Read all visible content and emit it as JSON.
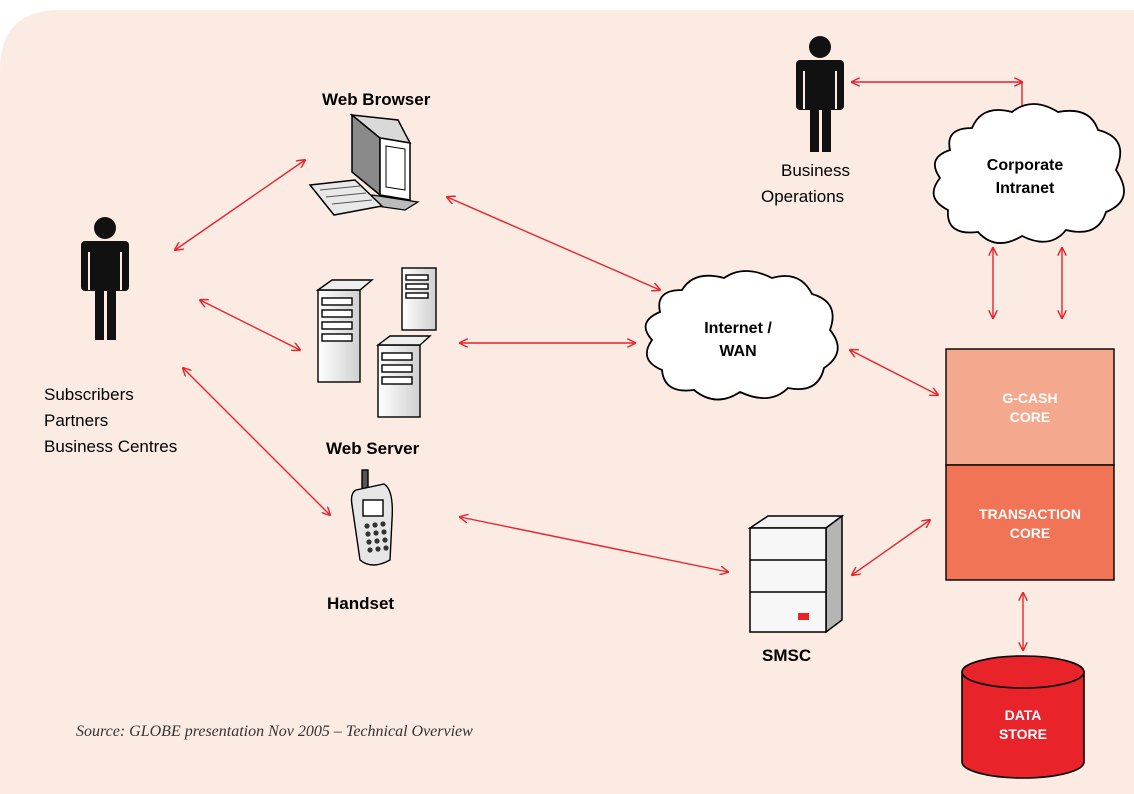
{
  "labels": {
    "web_browser": "Web Browser",
    "web_server": "Web Server",
    "handset": "Handset",
    "smsc": "SMSC",
    "business_operations_1": "Business",
    "business_operations_2": "Operations",
    "subscribers": "Subscribers",
    "partners": "Partners",
    "business_centres": "Business Centres",
    "corporate_intranet_1": "Corporate",
    "corporate_intranet_2": "Intranet",
    "internet_wan_1": "Internet /",
    "internet_wan_2": "WAN",
    "gcash_core_1": "G-CASH",
    "gcash_core_2": "CORE",
    "transaction_core_1": "TRANSACTION",
    "transaction_core_2": "CORE",
    "data_store_1": "DATA",
    "data_store_2": "STORE"
  },
  "source_note": "Source: GLOBE presentation Nov 2005 – Technical Overview",
  "colors": {
    "background_panel": "#fcebe3",
    "arrow": "#e8232a",
    "gcash_core": "#f4a98f",
    "transaction_core": "#f07455",
    "data_store": "#e8232a"
  }
}
